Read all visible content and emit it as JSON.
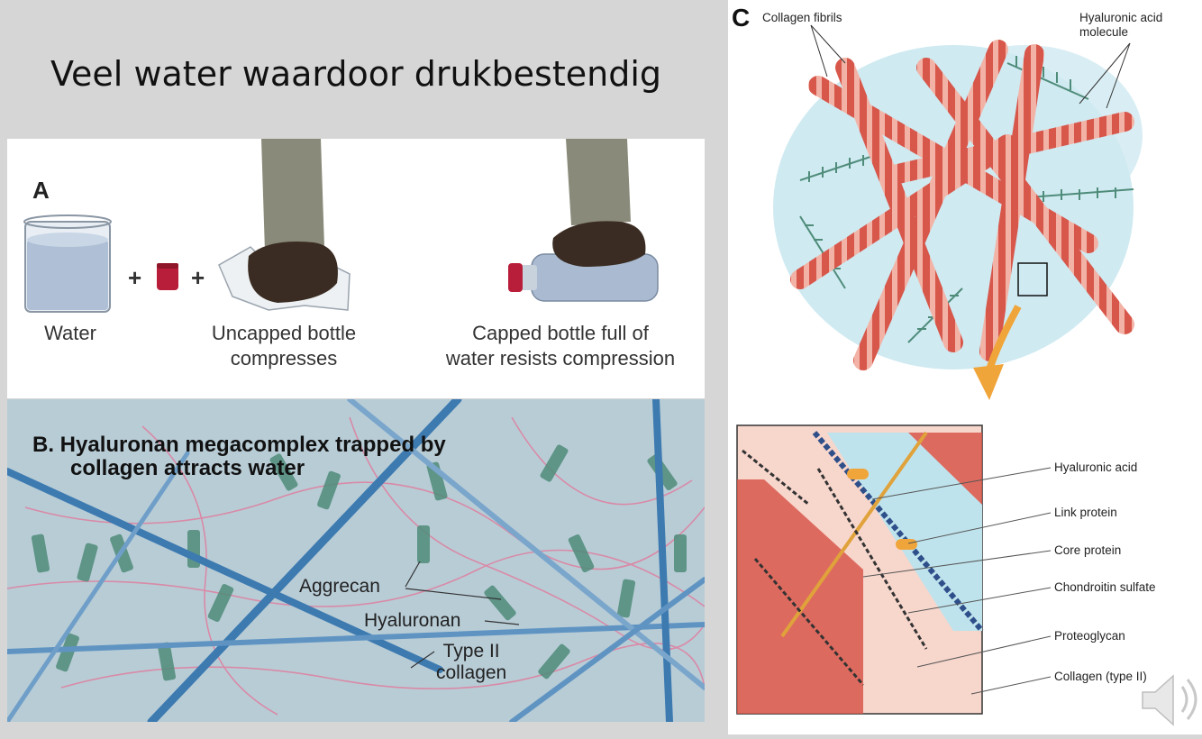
{
  "slide": {
    "title": "Veel water waardoor drukbestendig"
  },
  "panel_a": {
    "letter": "A",
    "water_label": "Water",
    "plus": "+",
    "uncapped_label": [
      "Uncapped bottle",
      "compresses"
    ],
    "capped_label": [
      "Capped bottle full of",
      "water resists compression"
    ]
  },
  "panel_b": {
    "title": [
      "B. Hyaluronan megacomplex trapped by",
      "collagen attracts water"
    ],
    "labels": {
      "aggrecan": "Aggrecan",
      "hyaluronan": "Hyaluronan",
      "collagen": [
        "Type II",
        "collagen"
      ]
    }
  },
  "panel_c": {
    "letter": "C",
    "top_labels": {
      "collagen_fibrils": "Collagen fibrils",
      "hyaluronic_acid_molecule": [
        "Hyaluronic acid",
        "molecule"
      ]
    },
    "legend": [
      "Hyaluronic acid",
      "Link protein",
      "Core protein",
      "Chondroitin sulfate",
      "Proteoglycan",
      "Collagen (type II)"
    ]
  },
  "colors": {
    "background": "#d6d6d6",
    "collagen_red": "#d8574b",
    "collagen_light": "#f2b3a6",
    "hyaluronic_blue": "#bfe3ec",
    "panel_b_bg": "#b8ccd6",
    "collagen_blue": "#3c7ab0",
    "aggrecan_green": "#4f8c7a",
    "arrow_orange": "#f0a53a"
  },
  "icons": {
    "speaker": "speaker-icon"
  }
}
